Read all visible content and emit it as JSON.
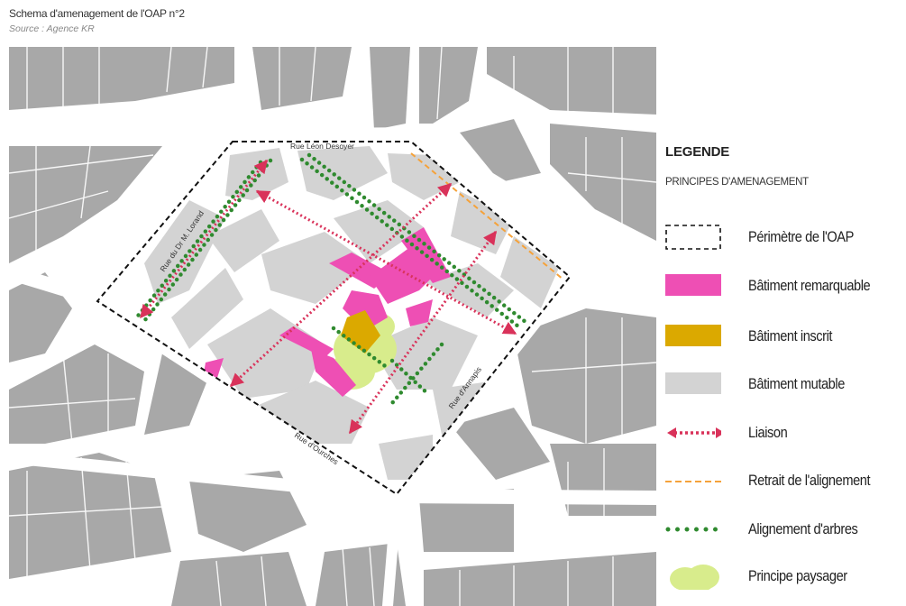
{
  "header": {
    "title": "Schema d'amenagement de l'OAP n°2",
    "source": "Source : Agence KR"
  },
  "map": {
    "streets": {
      "leon_desoyer": "Rue Léon Desoyer",
      "lorand": "Rue du Dr M. Lorand",
      "ourches": "Rue d'Ourches",
      "annapis": "Rue d'Annapis"
    }
  },
  "legend": {
    "title": "LEGENDE",
    "subtitle": "PRINCIPES D'AMENAGEMENT",
    "items": [
      {
        "label": "Périmètre de l'OAP",
        "symbol": "dashed-black-rectangle"
      },
      {
        "label": "Bâtiment remarquable",
        "symbol": "magenta-fill",
        "color": "#ee4fb4"
      },
      {
        "label": "Bâtiment inscrit",
        "symbol": "ochre-fill",
        "color": "#dba900"
      },
      {
        "label": "Bâtiment mutable",
        "symbol": "light-grey-fill",
        "color": "#d3d3d3"
      },
      {
        "label": "Liaison",
        "symbol": "dotted-double-arrow",
        "color": "#d9325a"
      },
      {
        "label": "Retrait de l'alignement",
        "symbol": "orange-dashed-line",
        "color": "#f5a23a"
      },
      {
        "label": "Alignement d'arbres",
        "symbol": "green-dotted-line",
        "color": "#2f8a2f"
      },
      {
        "label": "Principe paysager",
        "symbol": "light-green-blob",
        "color": "#d8ec8c"
      }
    ]
  },
  "colors": {
    "building": "#a8a8a8",
    "mutable": "#d3d3d3",
    "remarquable": "#ee4fb4",
    "inscrit": "#dba900",
    "liaison": "#d9325a",
    "retrait": "#f5a23a",
    "arbres": "#2f8a2f",
    "paysager": "#d8ec8c",
    "perimetre": "#111111"
  }
}
